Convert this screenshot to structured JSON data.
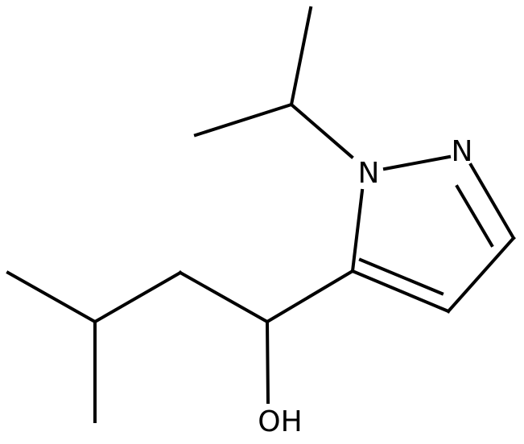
{
  "colors": {
    "background": "#ffffff",
    "bond": "#000000",
    "label": "#000000"
  },
  "atoms": {
    "n1_label": "N",
    "n2_label": "N",
    "oh_label": "OH"
  }
}
